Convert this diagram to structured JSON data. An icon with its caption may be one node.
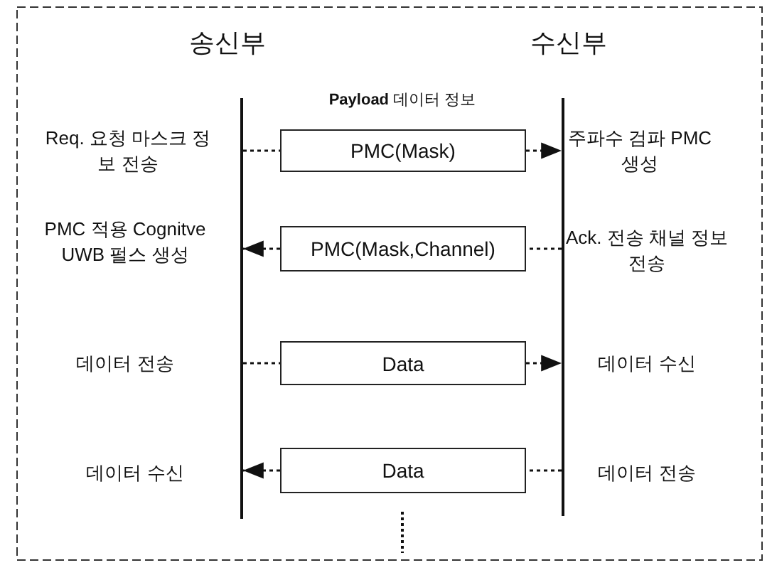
{
  "diagram": {
    "nodes": [
      {
        "text": [],
        "shape": "bar"
      },
      {
        "text": [],
        "shape": "bar"
      },
      {
        "text": [
          "PMC(Mask)"
        ]
      },
      {
        "text": [
          "PMC(Mask,Channel)"
        ]
      },
      {
        "text": [
          "Data"
        ]
      },
      {
        "text": [
          "Data"
        ]
      }
    ],
    "edges": [
      {
        "from": 0,
        "to": 2,
        "arrow": "none",
        "style": "dashed"
      },
      {
        "from": 2,
        "to": 1,
        "arrow": "to",
        "style": "dashed"
      },
      {
        "from": 1,
        "to": 3,
        "arrow": "none",
        "style": "dashed"
      },
      {
        "from": 3,
        "to": 0,
        "arrow": "to",
        "style": "dashed"
      },
      {
        "from": 0,
        "to": 4,
        "arrow": "none",
        "style": "dashed"
      },
      {
        "from": 4,
        "to": 1,
        "arrow": "to",
        "style": "dashed"
      },
      {
        "from": 1,
        "to": 5,
        "arrow": "none",
        "style": "dashed"
      },
      {
        "from": 5,
        "to": 0,
        "arrow": "to",
        "style": "dashed"
      }
    ],
    "labels": [
      "송신부",
      "수신부",
      "**Payload** 데이터 정보",
      "Req. 요청 마스크 정보 전송",
      "주파수 검파 PMC 생성",
      "PMC 적용 Cognitve UWB 펄스 생성",
      "Ack. 전송 채널 정보 전송",
      "데이터 전송",
      "데이터 수신",
      "데이터 수신",
      "데이터 전송"
    ]
  }
}
